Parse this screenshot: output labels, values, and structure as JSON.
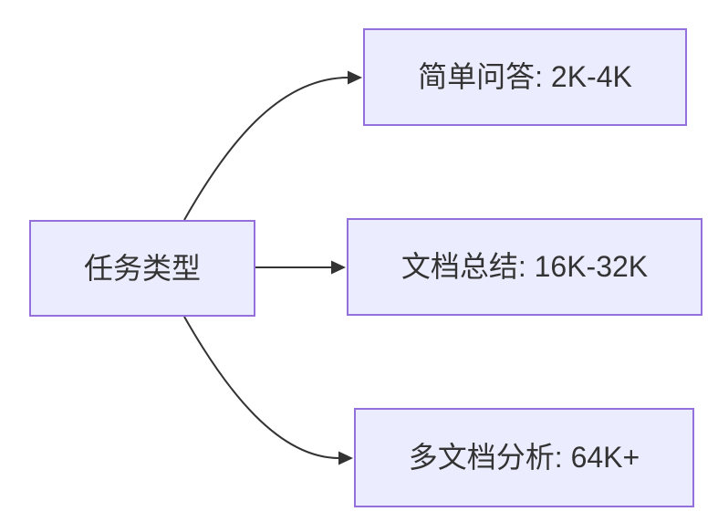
{
  "diagram": {
    "type": "flowchart",
    "direction": "left-to-right",
    "nodes": [
      {
        "id": "root",
        "label": "任务类型"
      },
      {
        "id": "simple-qa",
        "label": "简单问答: 2K-4K"
      },
      {
        "id": "doc-summary",
        "label": "文档总结: 16K-32K"
      },
      {
        "id": "multi-doc",
        "label": "多文档分析: 64K+"
      }
    ],
    "edges": [
      {
        "from": "root",
        "to": "simple-qa"
      },
      {
        "from": "root",
        "to": "doc-summary"
      },
      {
        "from": "root",
        "to": "multi-doc"
      }
    ],
    "colors": {
      "node_fill": "#ECECFF",
      "node_border": "#9370DB",
      "edge": "#333333",
      "text": "#333333",
      "background": "#FFFFFF"
    }
  }
}
